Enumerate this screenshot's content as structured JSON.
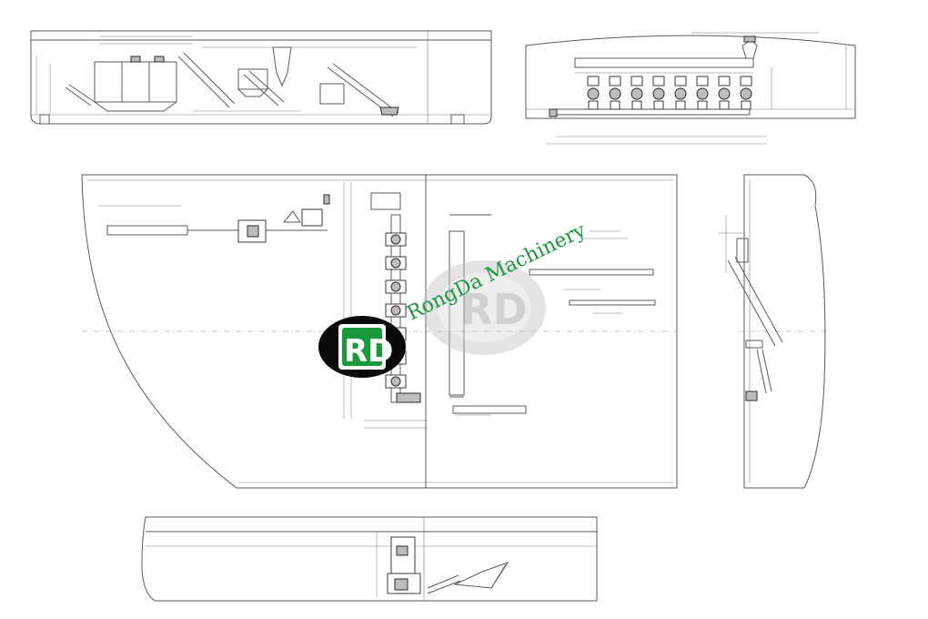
{
  "watermark": {
    "brand_text": "RongDa Machinery",
    "badge_letters": "RD",
    "faint_letters": "RD",
    "colors": {
      "green": "#179a3c",
      "black": "#0a0a0a",
      "gray": "#9a9a9a"
    }
  },
  "views": {
    "top_elevation": {
      "icon": "conveyor-line-elevation-drawing"
    },
    "right_elevation": {
      "icon": "granulator-row-elevation-drawing"
    },
    "plan_view": {
      "icon": "plant-layout-plan-drawing"
    },
    "side_plan": {
      "icon": "side-plan-drawing"
    },
    "bottom_section": {
      "icon": "section-drawing"
    }
  }
}
